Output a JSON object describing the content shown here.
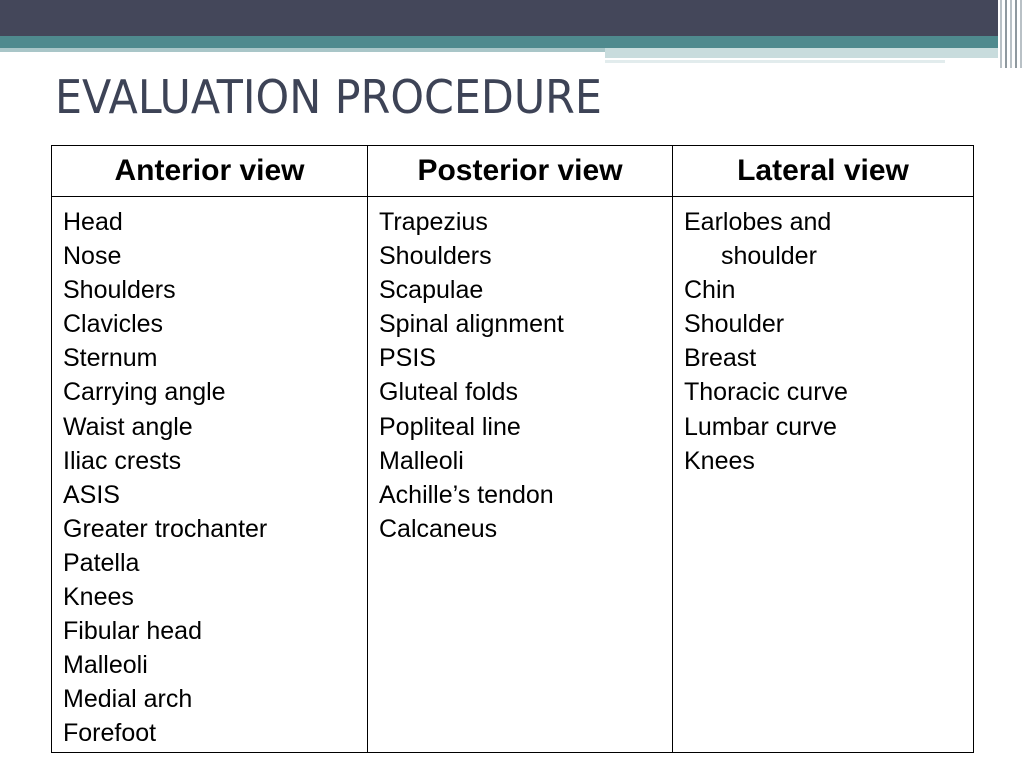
{
  "slide": {
    "title": "EVALUATION PROCEDURE"
  },
  "colors": {
    "header_dark": "#44475a",
    "header_teal": "#4f8a8e",
    "title_text": "#3d4356"
  },
  "table": {
    "headers": [
      "Anterior view",
      "Posterior view",
      "Lateral view"
    ],
    "columns": [
      [
        "Head",
        "Nose",
        "Shoulders",
        "Clavicles",
        "Sternum",
        "Carrying angle",
        "Waist angle",
        "Iliac crests",
        "ASIS",
        "Greater trochanter",
        "Patella",
        "Knees",
        "Fibular head",
        "Malleoli",
        "Medial arch",
        "Forefoot"
      ],
      [
        "Trapezius",
        "Shoulders",
        "Scapulae",
        "Spinal alignment",
        "PSIS",
        "Gluteal folds",
        "Popliteal line",
        "Malleoli",
        "Achille’s tendon",
        "Calcaneus"
      ],
      [
        "Earlobes and",
        "shoulder",
        "Chin",
        "Shoulder",
        "Breast",
        "Thoracic curve",
        "Lumbar curve",
        "Knees"
      ]
    ]
  }
}
